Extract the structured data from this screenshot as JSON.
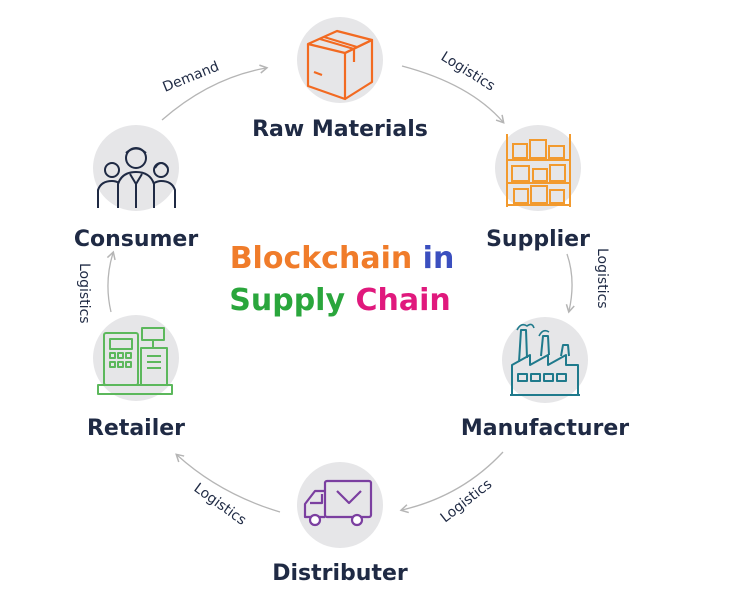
{
  "title": {
    "line1": [
      {
        "text": "Blockchain",
        "color": "#f07c2a"
      },
      {
        "text": "in",
        "color": "#3b4fbf"
      }
    ],
    "line2": [
      {
        "text": "Supply",
        "color": "#2aa63c"
      },
      {
        "text": "Chain",
        "color": "#e0197d"
      }
    ]
  },
  "nodes": {
    "raw_materials": {
      "label": "Raw Materials",
      "icon": "box-icon",
      "color": "#f26a21"
    },
    "supplier": {
      "label": "Supplier",
      "icon": "warehouse-shelf-icon",
      "color": "#f29a2e"
    },
    "manufacturer": {
      "label": "Manufacturer",
      "icon": "factory-icon",
      "color": "#1f7a8c"
    },
    "distributer": {
      "label": "Distributer",
      "icon": "delivery-truck-icon",
      "color": "#7b3fa0"
    },
    "retailer": {
      "label": "Retailer",
      "icon": "cash-register-icon",
      "color": "#5cb85c"
    },
    "consumer": {
      "label": "Consumer",
      "icon": "people-group-icon",
      "color": "#1f2a44"
    }
  },
  "edges": {
    "consumer_raw": "Demand",
    "raw_supplier": "Logistics",
    "supplier_manufacturer": "Logistics",
    "manufacturer_distributer": "Logistics",
    "distributer_retailer": "Logistics",
    "retailer_consumer": "Logistics"
  },
  "colors": {
    "circle_bg": "#e6e6e8",
    "arrow": "#b5b5b5",
    "text": "#1f2a44"
  }
}
